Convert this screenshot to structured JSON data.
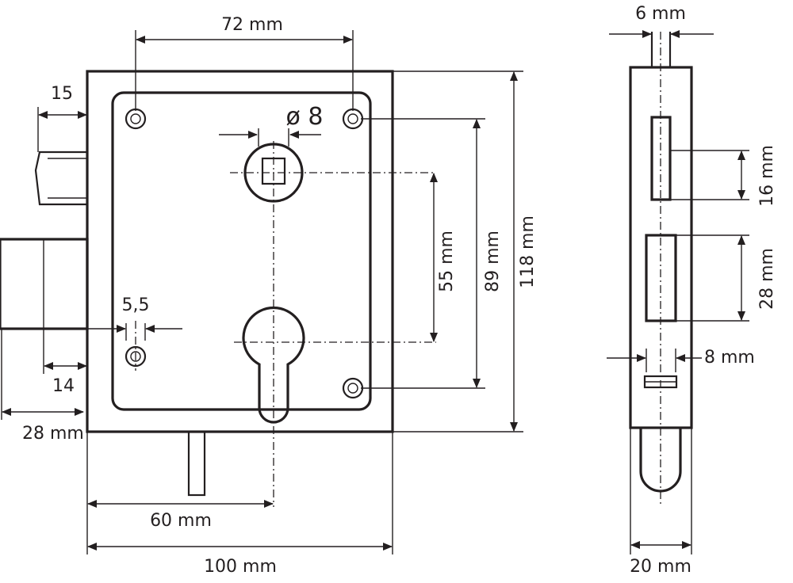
{
  "front_view": {
    "dimensions": {
      "hole_spacing": "72 mm",
      "latch_offset": "15",
      "knob_hole": "ø 8",
      "spindle_to_key": "55 mm",
      "hole_vertical": "89 mm",
      "body_height": "118 mm",
      "screw_hole": "5,5",
      "deadbolt_offset": "14",
      "deadbolt_throw": "28 mm",
      "backset": "60 mm",
      "body_width": "100 mm"
    }
  },
  "side_view": {
    "dimensions": {
      "spindle_width": "6 mm",
      "latch_height": "16 mm",
      "bolt_height": "28 mm",
      "plate_gap": "8 mm",
      "body_depth": "20 mm"
    }
  },
  "colors": {
    "line": "#231f20",
    "background": "#ffffff"
  }
}
